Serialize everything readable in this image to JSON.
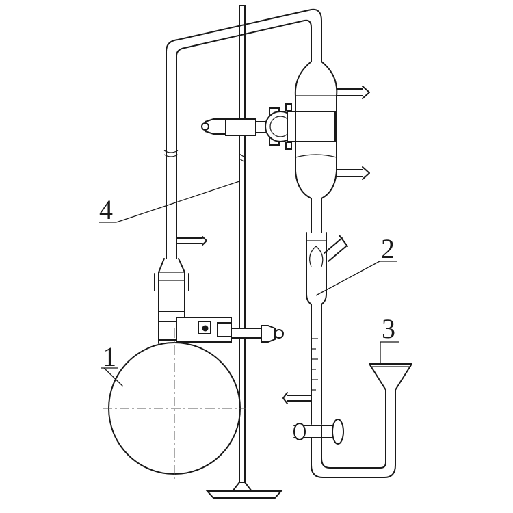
{
  "labels": {
    "flask": "1",
    "trap": "2",
    "funnel": "3",
    "stand": "4"
  },
  "colors": {
    "ink": "#1a1a1a",
    "background": "#ffffff"
  }
}
